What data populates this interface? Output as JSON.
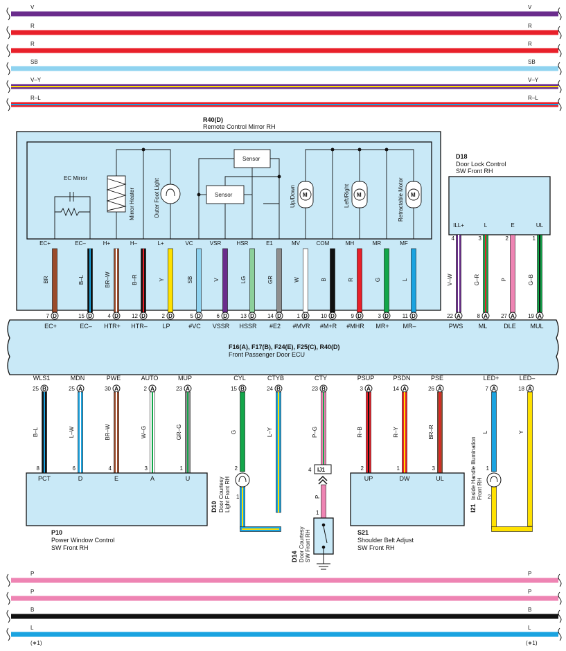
{
  "colors": {
    "V": "#6a2c8c",
    "R": "#e8202a",
    "SB": "#8fd3f0",
    "Y": "#ffe100",
    "L": "#1aa3e0",
    "P": "#ee84b3",
    "B": "#111111",
    "G": "#13a64a",
    "W": "#ffffff",
    "BR": "#9a4a2a",
    "LG": "#8cd09a",
    "GR": "#8e8e8e",
    "ECU": "#c9e9f7"
  },
  "top_buses": [
    {
      "label": "V",
      "colors": [
        "V"
      ]
    },
    {
      "label": "R",
      "colors": [
        "R"
      ]
    },
    {
      "label": "R",
      "colors": [
        "R"
      ]
    },
    {
      "label": "SB",
      "colors": [
        "SB"
      ]
    },
    {
      "label": "V–Y",
      "colors": [
        "V",
        "Y"
      ]
    },
    {
      "label": "R–L",
      "colors": [
        "R",
        "L"
      ]
    }
  ],
  "bottom_buses": [
    {
      "label": "P",
      "colors": [
        "P"
      ]
    },
    {
      "label": "P",
      "colors": [
        "P"
      ]
    },
    {
      "label": "B",
      "colors": [
        "B"
      ]
    },
    {
      "label": "L",
      "colors": [
        "L"
      ]
    }
  ],
  "bottom_notes": {
    "left": "(∗1)",
    "right": "(∗1)"
  },
  "mirror": {
    "code": "R40(D)",
    "name": "Remote Control Mirror RH",
    "ec_mirror": "EC Mirror",
    "mirror_heater": "Mirror Heater",
    "outer_foot_light": "Outer Foot Light",
    "sensor": "Sensor",
    "up_down": "Up/Down",
    "left_right": "Left/Right",
    "retractable": "Retractable Motor",
    "motor": "M",
    "pins": [
      {
        "t": "EC+",
        "wire": "BR",
        "c": [
          "BR"
        ],
        "num": "7",
        "conn": "D",
        "ecu": "EC+"
      },
      {
        "t": "EC–",
        "wire": "B–L",
        "c": [
          "B",
          "L"
        ],
        "num": "15",
        "conn": "D",
        "ecu": "EC–"
      },
      {
        "t": "H+",
        "wire": "BR–W",
        "c": [
          "BR",
          "W"
        ],
        "num": "4",
        "conn": "D",
        "ecu": "HTR+"
      },
      {
        "t": "H–",
        "wire": "B–R",
        "c": [
          "B",
          "R"
        ],
        "num": "12",
        "conn": "D",
        "ecu": "HTR–"
      },
      {
        "t": "L+",
        "wire": "Y",
        "c": [
          "Y"
        ],
        "num": "2",
        "conn": "D",
        "ecu": "LP"
      },
      {
        "t": "VC",
        "wire": "SB",
        "c": [
          "SB"
        ],
        "num": "5",
        "conn": "D",
        "ecu": "#VC"
      },
      {
        "t": "VSR",
        "wire": "V",
        "c": [
          "V"
        ],
        "num": "6",
        "conn": "D",
        "ecu": "VSSR"
      },
      {
        "t": "HSR",
        "wire": "LG",
        "c": [
          "LG"
        ],
        "num": "13",
        "conn": "D",
        "ecu": "HSSR"
      },
      {
        "t": "E1",
        "wire": "GR",
        "c": [
          "GR"
        ],
        "num": "14",
        "conn": "D",
        "ecu": "#E2"
      },
      {
        "t": "MV",
        "wire": "W",
        "c": [
          "W"
        ],
        "num": "1",
        "conn": "D",
        "ecu": "#MVR"
      },
      {
        "t": "COM",
        "wire": "B",
        "c": [
          "B"
        ],
        "num": "10",
        "conn": "D",
        "ecu": "#M+R"
      },
      {
        "t": "MH",
        "wire": "R",
        "c": [
          "R"
        ],
        "num": "9",
        "conn": "D",
        "ecu": "#MHR"
      },
      {
        "t": "MR",
        "wire": "G",
        "c": [
          "G"
        ],
        "num": "3",
        "conn": "D",
        "ecu": "MR+"
      },
      {
        "t": "MF",
        "wire": "L",
        "c": [
          "L"
        ],
        "num": "11",
        "conn": "D",
        "ecu": "MR–"
      }
    ]
  },
  "doorlock": {
    "code": "D18",
    "name1": "Door Lock Control",
    "name2": "SW Front RH",
    "pins": [
      {
        "t": "ILL+",
        "p": "4",
        "wire": "V–W",
        "c": [
          "V",
          "W"
        ],
        "num": "22",
        "conn": "A",
        "ecu": "PWS"
      },
      {
        "t": "L",
        "p": "3",
        "wire": "G–R",
        "c": [
          "G",
          "R"
        ],
        "num": "8",
        "conn": "A",
        "ecu": "ML"
      },
      {
        "t": "E",
        "p": "2",
        "wire": "P",
        "c": [
          "P"
        ],
        "num": "27",
        "conn": "A",
        "ecu": "DLE"
      },
      {
        "t": "UL",
        "p": "1",
        "wire": "G–B",
        "c": [
          "G",
          "B"
        ],
        "num": "19",
        "conn": "A",
        "ecu": "MUL"
      }
    ]
  },
  "ecu": {
    "title1": "F16(A), F17(B), F24(E), F25(C), R40(D)",
    "title2": "Front Passenger Door ECU"
  },
  "bottom_pins": [
    {
      "ecu": "WLS1",
      "num": "25",
      "conn": "B",
      "wire": "B–L",
      "c": [
        "B",
        "L"
      ],
      "p": "8"
    },
    {
      "ecu": "MDN",
      "num": "25",
      "conn": "A",
      "wire": "L–W",
      "c": [
        "L",
        "W"
      ],
      "p": "6"
    },
    {
      "ecu": "PWE",
      "num": "30",
      "conn": "A",
      "wire": "BR–W",
      "c": [
        "BR",
        "W"
      ],
      "p": "4"
    },
    {
      "ecu": "AUTO",
      "num": "2",
      "conn": "A",
      "wire": "W–G",
      "c": [
        "W",
        "G"
      ],
      "p": "3"
    },
    {
      "ecu": "MUP",
      "num": "23",
      "conn": "A",
      "wire": "GR–G",
      "c": [
        "GR",
        "G"
      ],
      "p": "1"
    },
    {
      "ecu": "CYL",
      "num": "15",
      "conn": "B",
      "wire": "G",
      "c": [
        "G"
      ],
      "p": "2"
    },
    {
      "ecu": "CTYB",
      "num": "24",
      "conn": "B",
      "wire": "L–Y",
      "c": [
        "L",
        "Y"
      ],
      "p": ""
    },
    {
      "ecu": "CTY",
      "num": "23",
      "conn": "B",
      "wire": "P–G",
      "c": [
        "P",
        "G"
      ],
      "p": ""
    },
    {
      "ecu": "PSUP",
      "num": "3",
      "conn": "A",
      "wire": "R–B",
      "c": [
        "R",
        "B"
      ],
      "p": "2"
    },
    {
      "ecu": "PSDN",
      "num": "14",
      "conn": "A",
      "wire": "R–Y",
      "c": [
        "R",
        "Y"
      ],
      "p": "1"
    },
    {
      "ecu": "PSE",
      "num": "26",
      "conn": "A",
      "wire": "BR–R",
      "c": [
        "BR",
        "R"
      ],
      "p": "3"
    },
    {
      "ecu": "LED+",
      "num": "7",
      "conn": "A",
      "wire": "L",
      "c": [
        "L"
      ],
      "p": "1"
    },
    {
      "ecu": "LED–",
      "num": "18",
      "conn": "A",
      "wire": "Y",
      "c": [
        "Y"
      ],
      "p": ""
    }
  ],
  "pwc": {
    "code": "P10",
    "name1": "Power Window Control",
    "name2": "SW Front RH",
    "terms": [
      "PCT",
      "D",
      "E",
      "A",
      "U"
    ]
  },
  "d10": {
    "code": "D10",
    "l1": "Door Courtesy",
    "l2": "Light Front RH",
    "pin_bottom": "1"
  },
  "ij1": {
    "label": "IJ1",
    "pin": "4",
    "wire": "P",
    "pin_sw": "1"
  },
  "d14": {
    "code": "D14",
    "l1": "Door Courtesy",
    "l2": "SW Front RH"
  },
  "s21": {
    "code": "S21",
    "name1": "Shoulder Belt Adjust",
    "name2": "SW Front RH",
    "terms": [
      "UP",
      "DW",
      "UL"
    ]
  },
  "i21": {
    "code": "I21",
    "l1": "Inside Handle Illumination",
    "l2": "Front RH",
    "pin_bottom": "2"
  }
}
